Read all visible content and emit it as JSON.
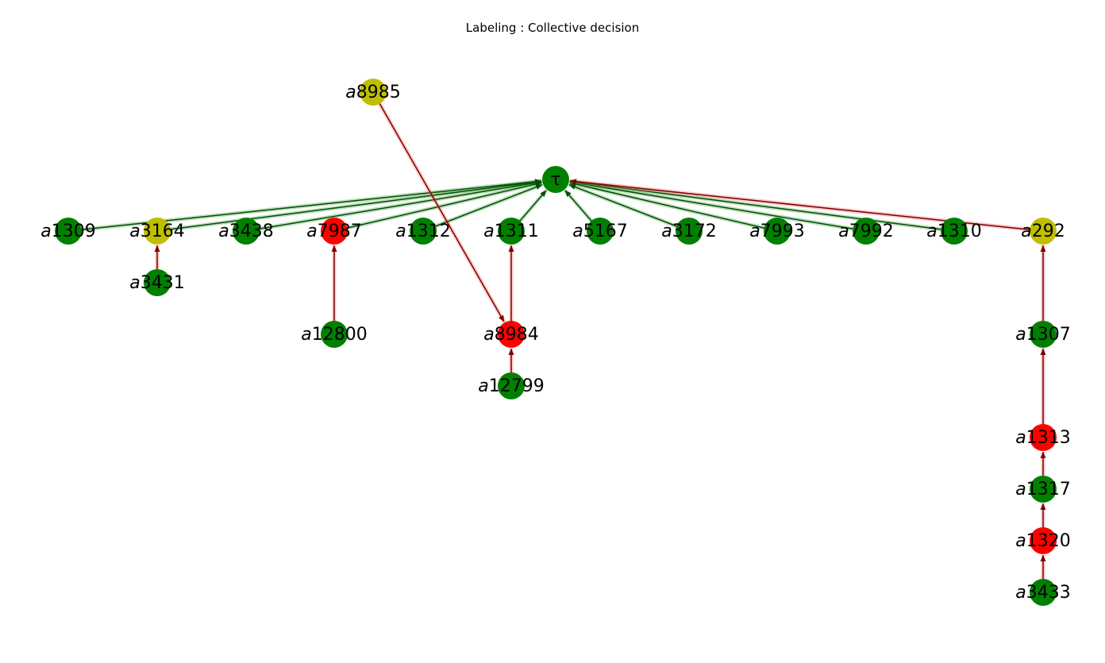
{
  "title": "Labeling : Collective decision",
  "colors": {
    "in": "#008000",
    "out": "#ff0000",
    "undec": "#bfbf00",
    "support_edge": "#004d00",
    "attack_edge": "#7a0000"
  },
  "nodes": [
    {
      "id": "a8985",
      "label": "a8985",
      "color": "undec"
    },
    {
      "id": "tau",
      "label": "τ",
      "color": "in"
    },
    {
      "id": "a1309",
      "label": "a1309",
      "color": "in"
    },
    {
      "id": "a3164",
      "label": "a3164",
      "color": "undec"
    },
    {
      "id": "a3438",
      "label": "a3438",
      "color": "in"
    },
    {
      "id": "a7987",
      "label": "a7987",
      "color": "out"
    },
    {
      "id": "a1312",
      "label": "a1312",
      "color": "in"
    },
    {
      "id": "a1311",
      "label": "a1311",
      "color": "in"
    },
    {
      "id": "a5167",
      "label": "a5167",
      "color": "in"
    },
    {
      "id": "a3172",
      "label": "a3172",
      "color": "in"
    },
    {
      "id": "a7993",
      "label": "a7993",
      "color": "in"
    },
    {
      "id": "a7992",
      "label": "a7992",
      "color": "in"
    },
    {
      "id": "a1310",
      "label": "a1310",
      "color": "in"
    },
    {
      "id": "a292",
      "label": "a292",
      "color": "undec"
    },
    {
      "id": "a3431",
      "label": "a3431",
      "color": "in"
    },
    {
      "id": "a12800",
      "label": "a12800",
      "color": "in"
    },
    {
      "id": "a8984",
      "label": "a8984",
      "color": "out"
    },
    {
      "id": "a12799",
      "label": "a12799",
      "color": "in"
    },
    {
      "id": "a1307",
      "label": "a1307",
      "color": "in"
    },
    {
      "id": "a1313",
      "label": "a1313",
      "color": "out"
    },
    {
      "id": "a1317",
      "label": "a1317",
      "color": "in"
    },
    {
      "id": "a1320",
      "label": "a1320",
      "color": "out"
    },
    {
      "id": "a3433",
      "label": "a3433",
      "color": "in"
    }
  ],
  "edges": [
    {
      "from": "a1309",
      "to": "tau",
      "type": "support"
    },
    {
      "from": "a3164",
      "to": "tau",
      "type": "support"
    },
    {
      "from": "a3438",
      "to": "tau",
      "type": "support"
    },
    {
      "from": "a7987",
      "to": "tau",
      "type": "support"
    },
    {
      "from": "a1312",
      "to": "tau",
      "type": "support"
    },
    {
      "from": "a1311",
      "to": "tau",
      "type": "support"
    },
    {
      "from": "a5167",
      "to": "tau",
      "type": "support"
    },
    {
      "from": "a3172",
      "to": "tau",
      "type": "support"
    },
    {
      "from": "a7993",
      "to": "tau",
      "type": "support"
    },
    {
      "from": "a7992",
      "to": "tau",
      "type": "support"
    },
    {
      "from": "a1310",
      "to": "tau",
      "type": "support"
    },
    {
      "from": "a292",
      "to": "tau",
      "type": "attack"
    },
    {
      "from": "a3431",
      "to": "a3164",
      "type": "attack"
    },
    {
      "from": "a12800",
      "to": "a7987",
      "type": "attack"
    },
    {
      "from": "a8984",
      "to": "a1311",
      "type": "attack"
    },
    {
      "from": "a12799",
      "to": "a8984",
      "type": "attack"
    },
    {
      "from": "a8985",
      "to": "a8984",
      "type": "attack"
    },
    {
      "from": "a1307",
      "to": "a292",
      "type": "attack"
    },
    {
      "from": "a1313",
      "to": "a1307",
      "type": "attack"
    },
    {
      "from": "a1317",
      "to": "a1313",
      "type": "attack"
    },
    {
      "from": "a1320",
      "to": "a1317",
      "type": "attack"
    },
    {
      "from": "a3433",
      "to": "a1320",
      "type": "attack"
    }
  ]
}
